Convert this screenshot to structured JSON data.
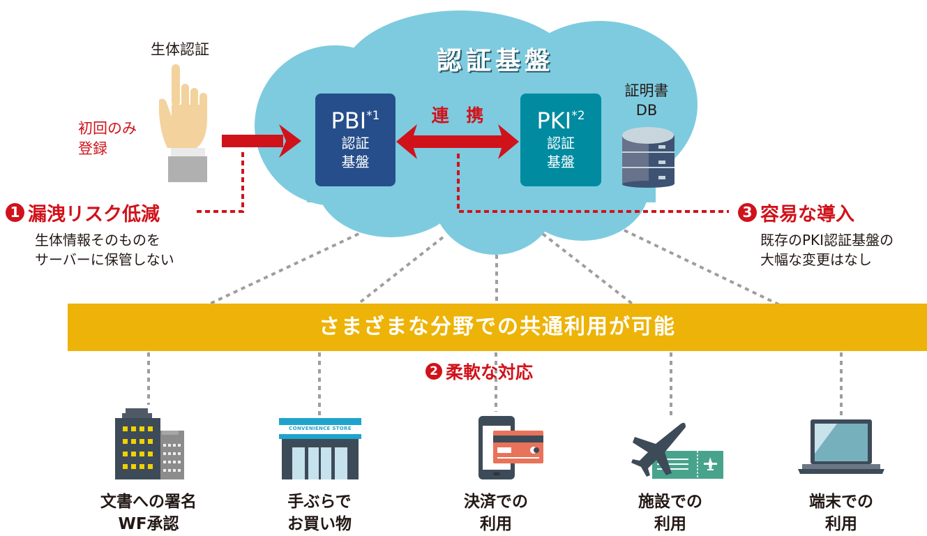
{
  "cloud": {
    "title": "認証基盤",
    "pbi": {
      "name": "PBI",
      "note": "*1",
      "line1": "認証",
      "line2": "基盤",
      "color": "#264e8a"
    },
    "pki": {
      "name": "PKI",
      "note": "*2",
      "line1": "認証",
      "line2": "基盤",
      "color": "#008ba0"
    },
    "link_label": "連 携",
    "db": {
      "line1": "証明書",
      "line2": "DB"
    },
    "color": "#7ecbdf"
  },
  "biometric": {
    "title": "生体認証",
    "register_line1": "初回のみ",
    "register_line2": "登録"
  },
  "points": [
    {
      "number": "1",
      "title": "漏洩リスク低減",
      "desc_line1": "生体情報そのものを",
      "desc_line2": "サーバーに保管しない"
    },
    {
      "number": "2",
      "title": "柔軟な対応"
    },
    {
      "number": "3",
      "title": "容易な導入",
      "desc_line1": "既存のPKI認証基盤の",
      "desc_line2": "大幅な変更はなし"
    }
  ],
  "band": {
    "text": "さまざまな分野での共通利用が可能",
    "color": "#edb308"
  },
  "uses": [
    {
      "icon": "office-building-icon",
      "line1": "文書への署名",
      "line2": "WF承認"
    },
    {
      "icon": "convenience-store-icon",
      "line1": "手ぶらで",
      "line2": "お買い物",
      "sign": "CONVENIENCE STORE"
    },
    {
      "icon": "smartphone-card-icon",
      "line1": "決済での",
      "line2": "利用"
    },
    {
      "icon": "airplane-ticket-icon",
      "line1": "施設での",
      "line2": "利用"
    },
    {
      "icon": "laptop-icon",
      "line1": "端末での",
      "line2": "利用"
    }
  ],
  "accent_red": "#d0121b"
}
